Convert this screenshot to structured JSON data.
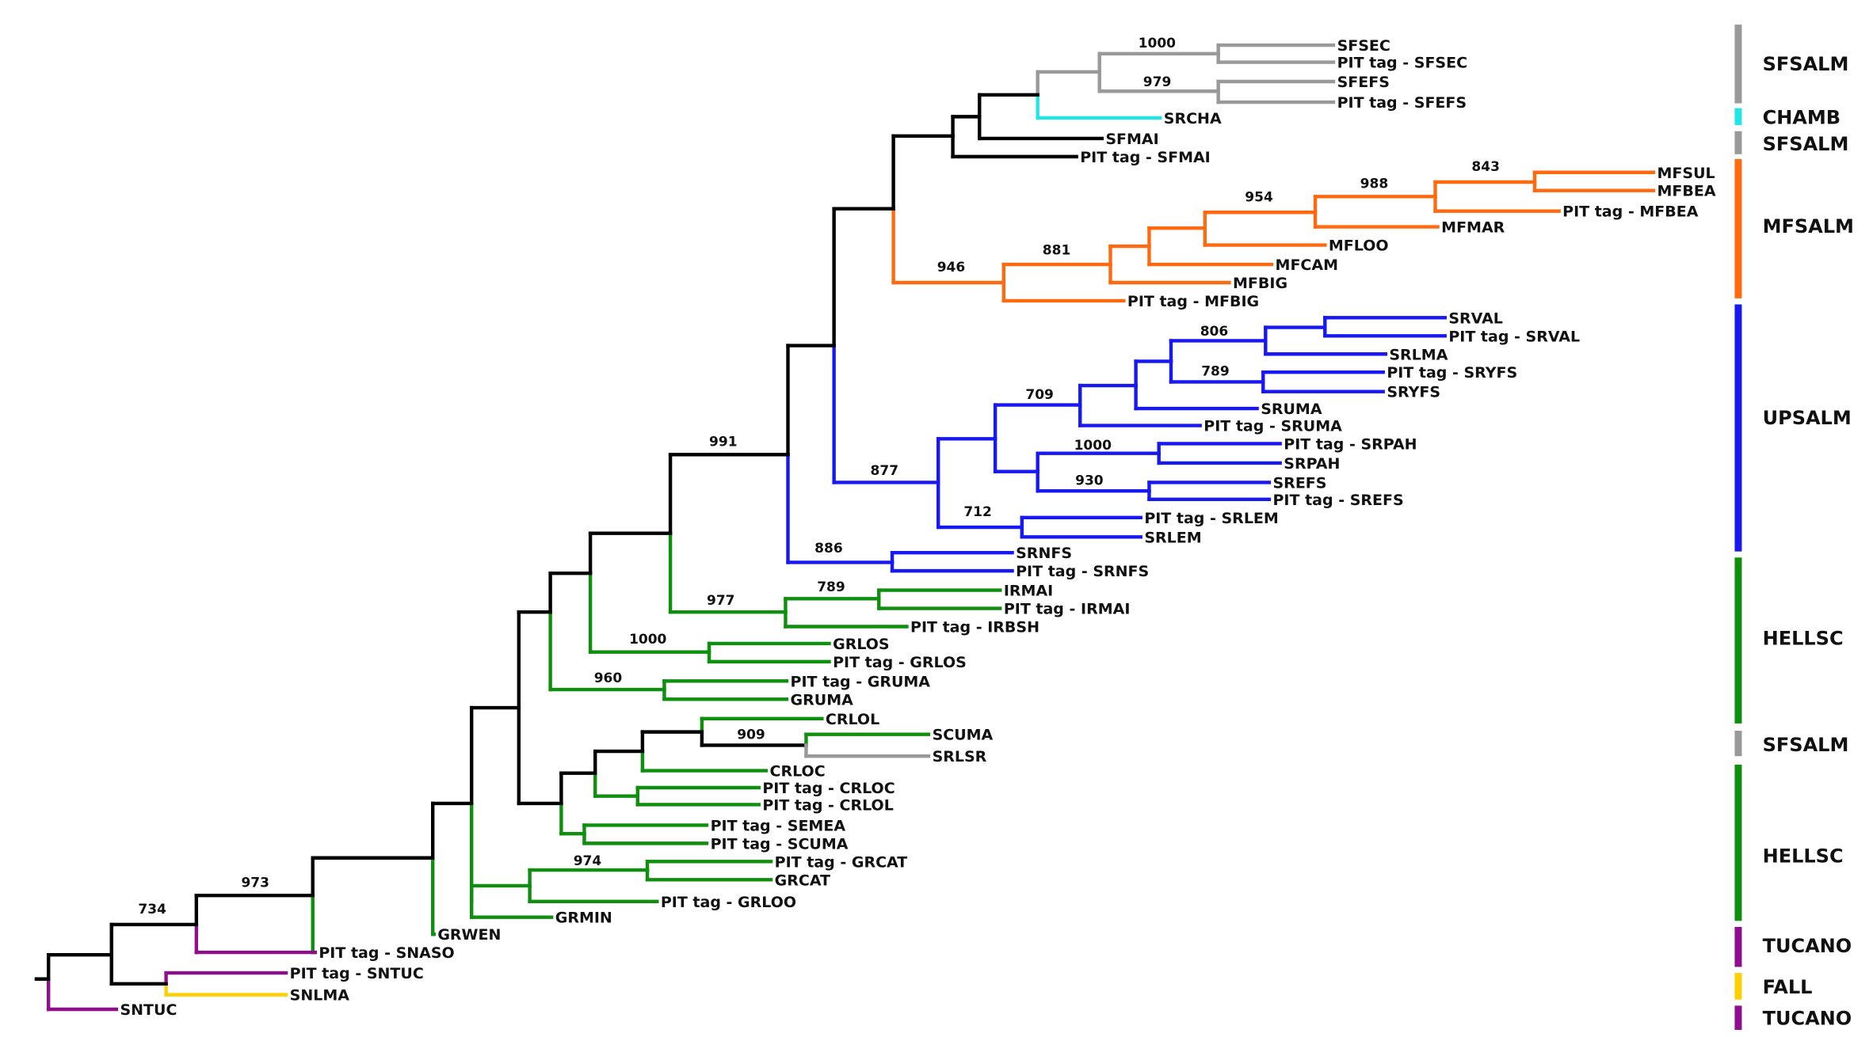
{
  "colors": {
    "backbone": "#000000",
    "sfsalm": "#999999",
    "chamb": "#22e6e6",
    "mfsalm": "#ff6a10",
    "upsalm": "#1818f0",
    "hellsc": "#0e8f0e",
    "tucano": "#8e0e8e",
    "fall": "#ffd000"
  },
  "groups": [
    "SFSALM",
    "CHAMB",
    "SFSALM",
    "MFSALM",
    "UPSALM",
    "HELLSC",
    "SFSALM",
    "HELLSC",
    "TUCANO",
    "FALL",
    "TUCANO"
  ],
  "leaves": [
    "SFSEC",
    "PIT tag - SFSEC",
    "SFEFS",
    "PIT tag - SFEFS",
    "SRCHA",
    "SFMAI",
    "PIT tag - SFMAI",
    "MFSUL",
    "MFBEA",
    "PIT tag - MFBEA",
    "MFMAR",
    "MFLOO",
    "MFCAM",
    "MFBIG",
    "PIT tag - MFBIG",
    "SRVAL",
    "PIT tag - SRVAL",
    "SRLMA",
    "PIT tag - SRYFS",
    "SRYFS",
    "SRUMA",
    "PIT tag - SRUMA",
    "PIT tag - SRPAH",
    "SRPAH",
    "SREFS",
    "PIT tag - SREFS",
    "PIT tag - SRLEM",
    "SRLEM",
    "SRNFS",
    "PIT tag - SRNFS",
    "IRMAI",
    "PIT tag - IRMAI",
    "PIT tag - IRBSH",
    "GRLOS",
    "PIT tag - GRLOS",
    "PIT tag - GRUMA",
    "GRUMA",
    "CRLOL",
    "SCUMA",
    "SRLSR",
    "CRLOC",
    "PIT tag - CRLOC",
    "PIT tag - CRLOL",
    "PIT tag - SEMEA",
    "PIT tag - SCUMA",
    "PIT tag - GRCAT",
    "GRCAT",
    "PIT tag - GRLOO",
    "GRMIN",
    "GRWEN",
    "PIT tag - SNASO",
    "PIT tag - SNTUC",
    "SNLMA",
    "SNTUC"
  ],
  "bootstrap": [
    "1000",
    "979",
    "843",
    "988",
    "954",
    "881",
    "946",
    "806",
    "789",
    "709",
    "1000",
    "930",
    "712",
    "877",
    "886",
    "991",
    "789",
    "977",
    "1000",
    "960",
    "909",
    "974",
    "973",
    "734"
  ]
}
